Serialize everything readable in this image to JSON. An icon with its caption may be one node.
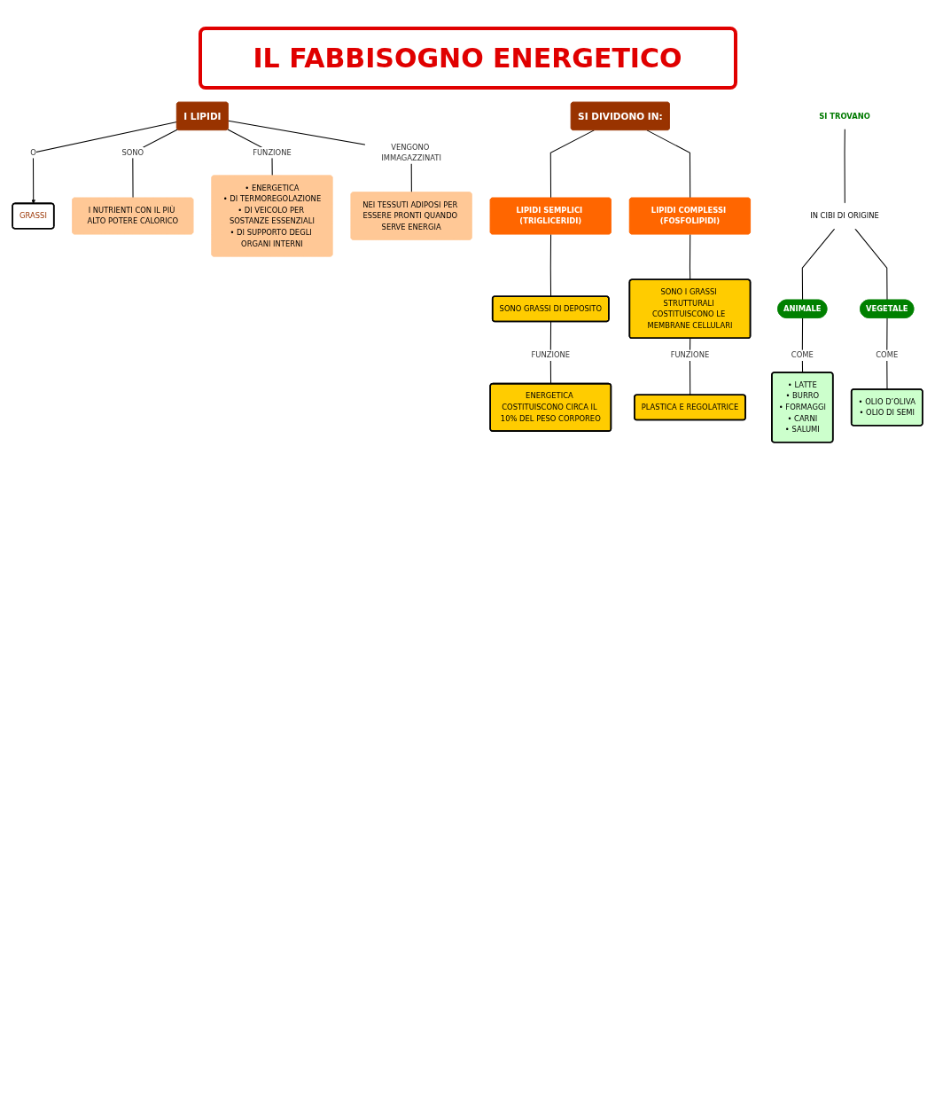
{
  "diagram": {
    "title": "IL FABBISOGNO ENERGETICO",
    "nodes": [
      {
        "text": [
          "I LIPIDI"
        ]
      },
      {
        "text": [
          "GRASSI"
        ]
      },
      {
        "text": [
          "I NUTRIENTI CON IL PIÙ ALTO POTERE CALORICO"
        ]
      },
      {
        "text": [
          "• ENERGETICA",
          "• DI TERMOREGOLAZIONE",
          "• DI VEICOLO PER SOSTANZE ESSENZIALI",
          "• DI SUPPORTO DEGLI ORGANI INTERNI"
        ]
      },
      {
        "text": [
          "NEI TESSUTI ADIPOSI PER ESSERE PRONTI QUANDO SERVE ENERGIA"
        ]
      },
      {
        "text": [
          "SI DIVIDONO IN:"
        ]
      },
      {
        "text": [
          "LIPIDI SEMPLICI (TRIGLICERIDI)"
        ]
      },
      {
        "text": [
          "LIPIDI COMPLESSI (FOSFOLIPIDI)"
        ]
      },
      {
        "text": [
          "SONO GRASSI DI DEPOSITO"
        ]
      },
      {
        "text": [
          "SONO I GRASSI STRUTTURALI COSTITUISCONO LE MEMBRANE CELLULARI"
        ]
      },
      {
        "text": [
          "ENERGETICA COSTITUISCONO CIRCA IL 10% DEL PESO CORPOREO"
        ]
      },
      {
        "text": [
          "PLASTICA E REGOLATRICE"
        ]
      },
      {
        "text": [
          "SI TROVANO"
        ]
      },
      {
        "text": [
          "IN CIBI DI ORIGINE"
        ]
      },
      {
        "text": [
          "ANIMALE"
        ]
      },
      {
        "text": [
          "VEGETALE"
        ]
      },
      {
        "text": [
          "• LATTE",
          "• BURRO",
          "• FORMAGGI",
          "• CARNI",
          "• SALUMI"
        ]
      },
      {
        "text": [
          "• OLIO D’OLIVA",
          "• OLIO DI SEMI"
        ]
      }
    ],
    "edges": [
      {
        "from": 0,
        "to": 1,
        "arrow": "to",
        "label": "O"
      },
      {
        "from": 0,
        "to": 2,
        "arrow": "none",
        "label": "SONO"
      },
      {
        "from": 0,
        "to": 3,
        "arrow": "none",
        "label": "FUNZIONE"
      },
      {
        "from": 0,
        "to": 4,
        "arrow": "none",
        "label": "VENGONO IMMAGAZZINATI"
      },
      {
        "from": 5,
        "to": 6,
        "arrow": "none"
      },
      {
        "from": 5,
        "to": 7,
        "arrow": "none"
      },
      {
        "from": 6,
        "to": 8,
        "arrow": "none"
      },
      {
        "from": 7,
        "to": 9,
        "arrow": "none"
      },
      {
        "from": 8,
        "to": 10,
        "arrow": "none",
        "label": "FUNZIONE"
      },
      {
        "from": 9,
        "to": 11,
        "arrow": "none",
        "label": "FUNZIONE"
      },
      {
        "from": 12,
        "to": 13,
        "arrow": "none"
      },
      {
        "from": 13,
        "to": 14,
        "arrow": "none"
      },
      {
        "from": 13,
        "to": 15,
        "arrow": "none"
      },
      {
        "from": 14,
        "to": 16,
        "arrow": "none",
        "label": "COME"
      },
      {
        "from": 15,
        "to": 17,
        "arrow": "none",
        "label": "COME"
      }
    ]
  }
}
